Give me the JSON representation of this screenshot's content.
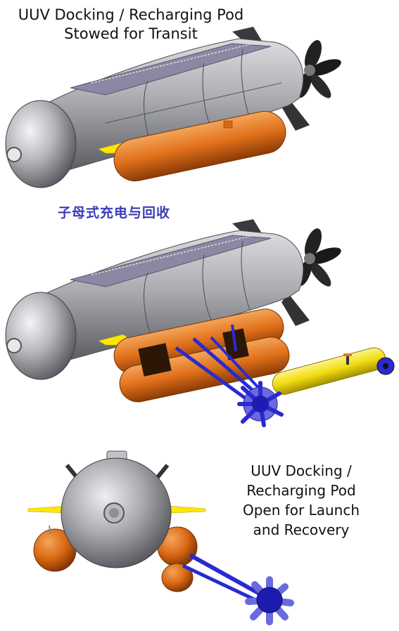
{
  "top_caption": [
    "UUV Docking / Recharging Pod",
    "Stowed for Transit"
  ],
  "chinese_caption": "子母式充电与回收",
  "bottom_caption": [
    "UUV Docking /",
    "Recharging Pod",
    "Open for Launch",
    "and Recovery"
  ],
  "colors": {
    "hull": "#a9abb0",
    "hull_shadow": "#55575c",
    "deck": "#8e87a3",
    "float": "#e0701a",
    "float_shadow": "#8a3b06",
    "arm": "#2a2ad0",
    "uuv": "#f0dc10",
    "fin": "#ffe600",
    "caption_cn": "#3b3bb8"
  }
}
